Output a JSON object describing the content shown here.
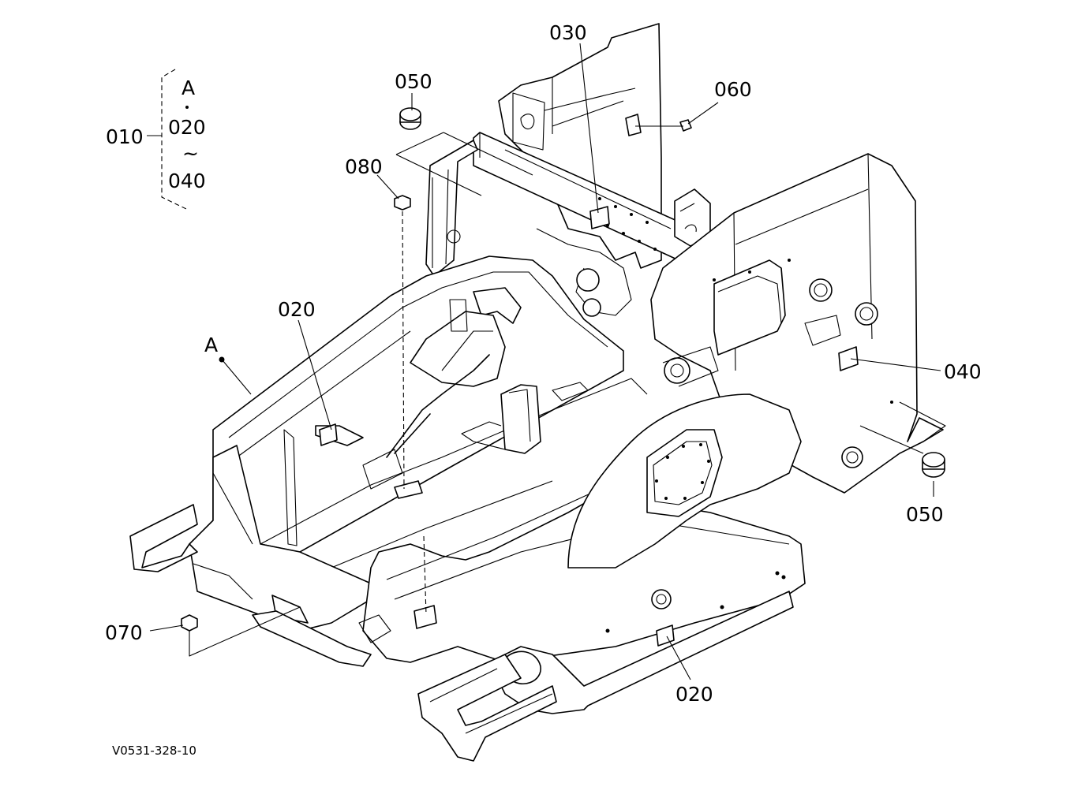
{
  "drawing_code": "V0531-328-10",
  "group": {
    "assembly": "010",
    "marker": "A",
    "range_start": "020",
    "range_sep": "~",
    "range_end": "040"
  },
  "callouts": {
    "p030": "030",
    "p050_top": "050",
    "p060": "060",
    "p080": "080",
    "p020_left": "020",
    "pA": "A",
    "p040": "040",
    "p050_right": "050",
    "p070": "070",
    "p020_bottom": "020"
  }
}
